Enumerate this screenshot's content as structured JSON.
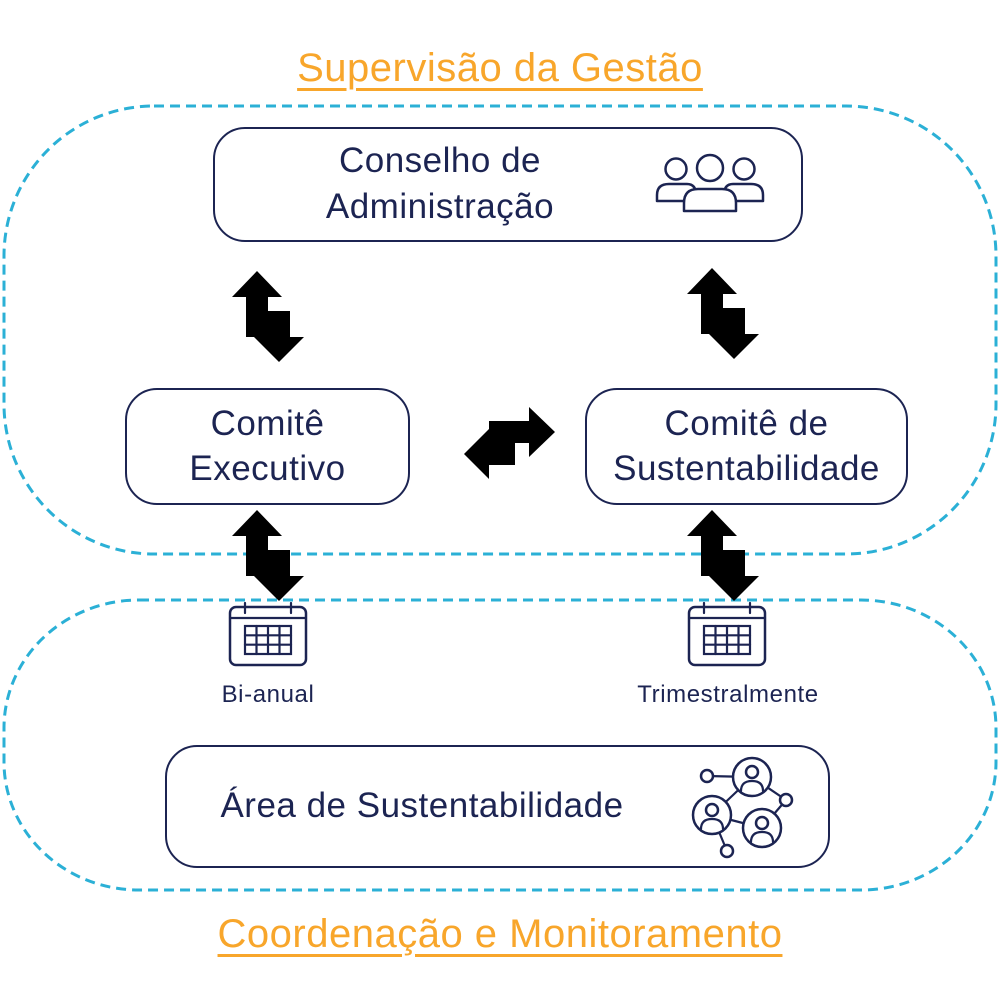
{
  "colors": {
    "accent": "#F8A62B",
    "frame": "#2BB0D6",
    "ink": "#1C2452"
  },
  "titles": {
    "top": "Supervisão da Gestão",
    "bottom": "Coordenação e Monitoramento"
  },
  "nodes": {
    "board": {
      "lines": [
        "Conselho de",
        "Administração"
      ],
      "icon": "people-group-icon"
    },
    "executive_committee": {
      "lines": [
        "Comitê",
        "Executivo"
      ]
    },
    "sustainability_committee": {
      "lines": [
        "Comitê de",
        "Sustentabilidade"
      ]
    },
    "sustainability_area": {
      "lines": [
        "Área de Sustentabilidade"
      ],
      "icon": "network-people-icon"
    }
  },
  "frequencies": {
    "executive": {
      "label": "Bi-anual",
      "icon": "calendar-icon"
    },
    "sustainability": {
      "label": "Trimestralmente",
      "icon": "calendar-icon"
    }
  },
  "icons": {
    "vertical_arrows": "swap-vertical-arrows-icon",
    "horizontal_arrows": "swap-horizontal-arrows-icon"
  }
}
